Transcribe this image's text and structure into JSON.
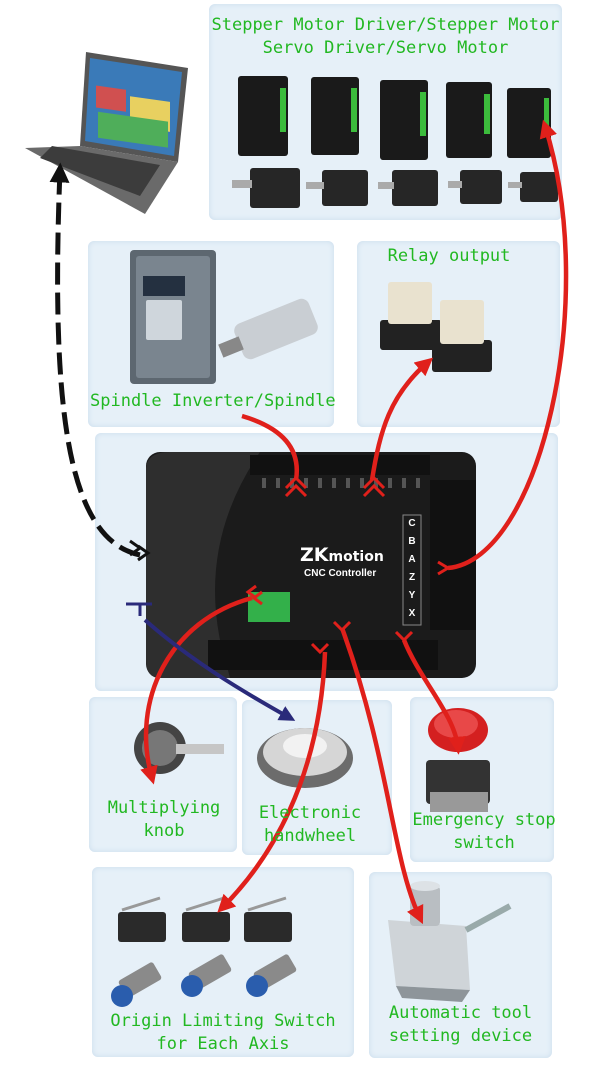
{
  "title_lines": [
    "Stepper Motor Driver/Stepper Motor",
    "Servo Driver/Servo Motor"
  ],
  "labels": {
    "relay": "Relay output",
    "spindle": "Spindle Inverter/Spindle",
    "knob": [
      "Multiplying",
      "knob"
    ],
    "handwheel": [
      "Electronic",
      "handwheel"
    ],
    "estop": [
      "Emergency stop",
      "switch"
    ],
    "limit": [
      "Origin Limiting Switch",
      "for Each Axis"
    ],
    "toolset": [
      "Automatic tool",
      "setting device"
    ]
  },
  "controller": {
    "brand_main": "ZK",
    "brand_sub": "motion",
    "model": "CNC Controller",
    "axes": [
      "C",
      "B",
      "A",
      "Z",
      "Y",
      "X"
    ]
  },
  "colors": {
    "label_green": "#22b822",
    "arrow_red": "#e0201b",
    "arrow_black": "#111111",
    "arrow_navy": "#2a2a7a",
    "panel_bg": "#e6f0f8",
    "controller_body": "#1b1b1b"
  },
  "icons": [
    "laptop-icon",
    "driver-icon",
    "motor-icon",
    "inverter-icon",
    "spindle-icon",
    "relay-icon",
    "knob-icon",
    "handwheel-icon",
    "estop-icon",
    "limit-switch-icon",
    "proximity-sensor-icon",
    "tool-setter-icon"
  ]
}
